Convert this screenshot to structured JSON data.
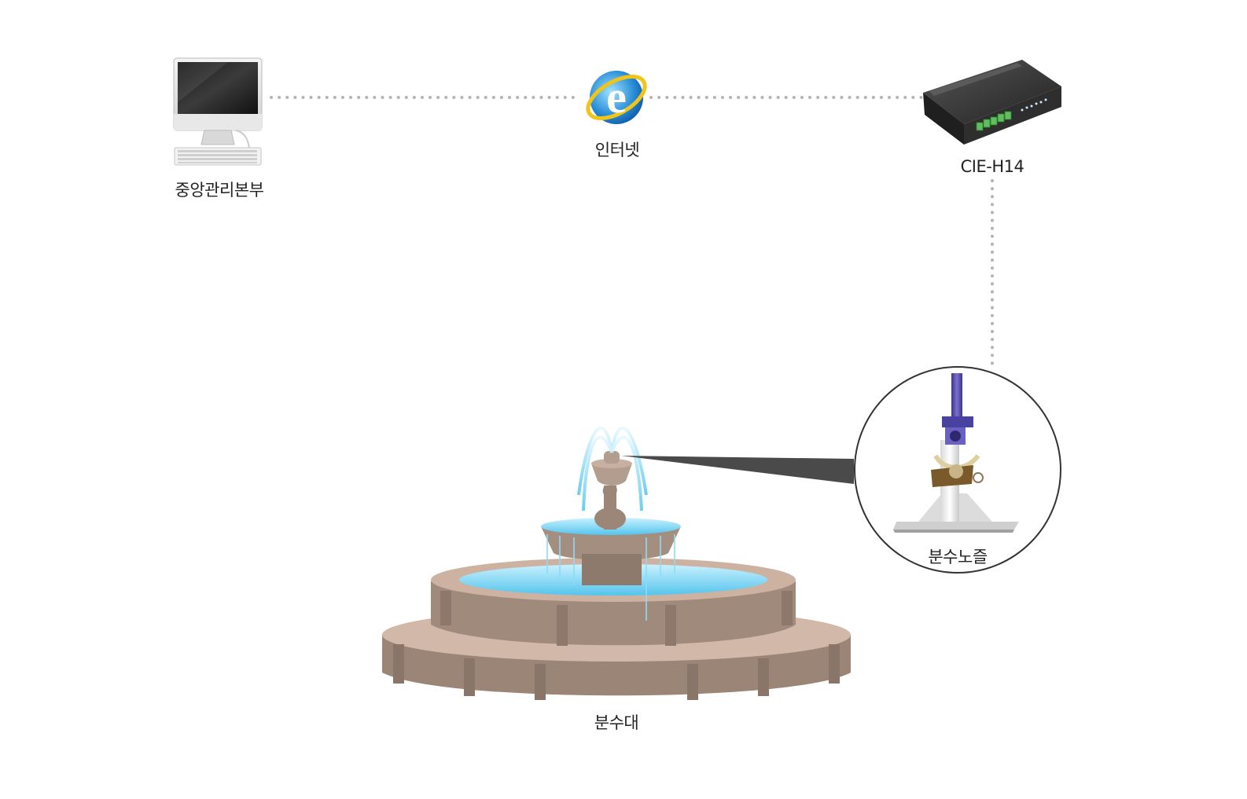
{
  "nodes": {
    "central_office": {
      "label": "중앙관리본부",
      "icon": "desktop-computer-icon"
    },
    "internet": {
      "label": "인터넷",
      "icon": "internet-explorer-icon"
    },
    "controller": {
      "label": "CIE-H14",
      "icon": "controller-device-icon"
    },
    "nozzle": {
      "label": "분수노즐",
      "icon": "fountain-nozzle-icon"
    },
    "fountain": {
      "label": "분수대",
      "icon": "fountain-icon"
    }
  },
  "colors": {
    "connector": "#b5b5b5",
    "stone_light": "#d2b8a8",
    "stone_dark": "#9a8577",
    "water": "#7fd3f0",
    "nozzle_purple": "#5a4fa8",
    "device_body": "#3a3a3a",
    "terminal_green": "#5fbf5f"
  }
}
